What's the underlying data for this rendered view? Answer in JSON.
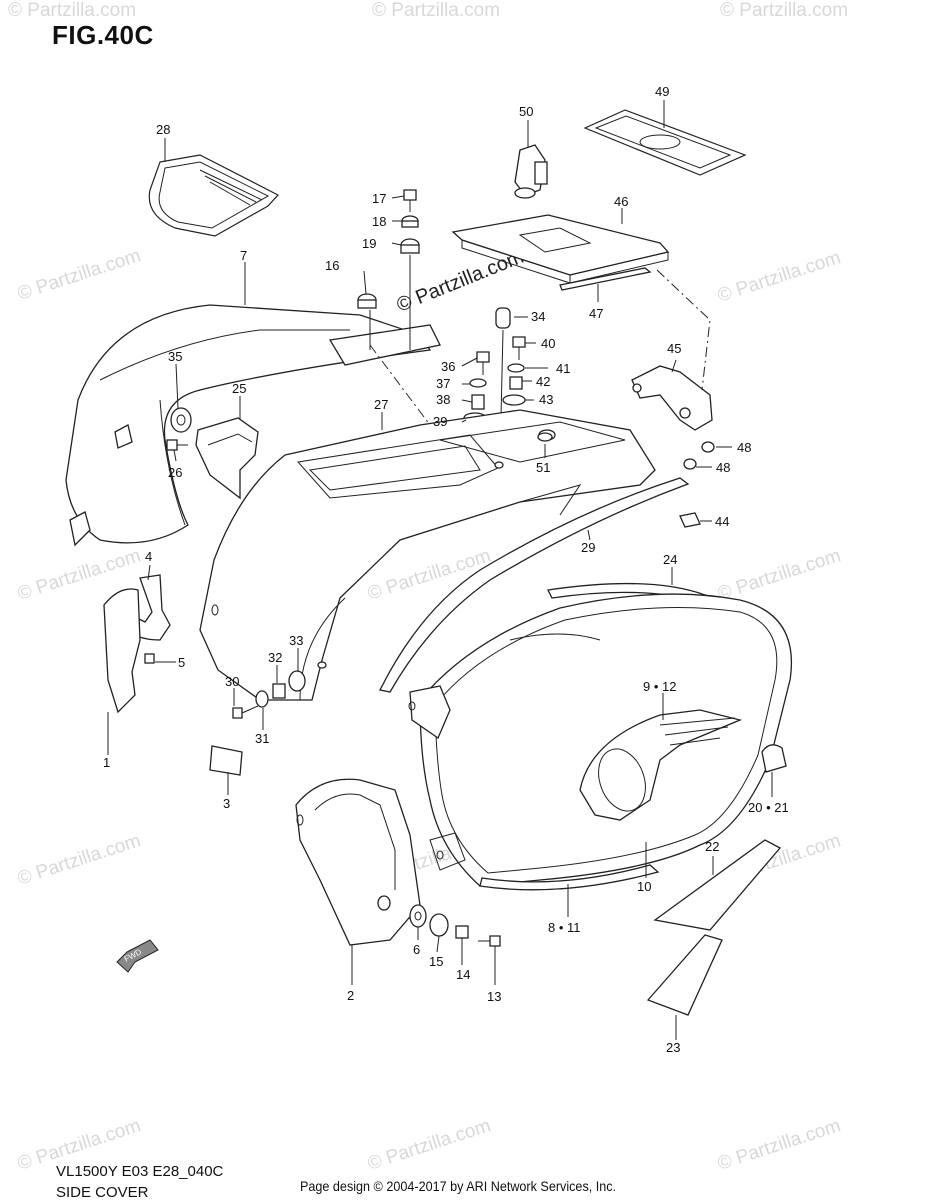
{
  "figure": {
    "title": "FIG.40C",
    "model_code": "VL1500Y E03 E28_040C",
    "section_name": "SIDE COVER",
    "footer": "Page design © 2004-2017 by ARI Network Services, Inc."
  },
  "watermark": {
    "text": "© Partzilla.com",
    "center_text": "© Partzilla.com"
  },
  "badge": {
    "fwd_label": "FWD"
  },
  "callouts": [
    {
      "id": "c1",
      "label": "1"
    },
    {
      "id": "c2",
      "label": "2"
    },
    {
      "id": "c3",
      "label": "3"
    },
    {
      "id": "c4",
      "label": "4"
    },
    {
      "id": "c5",
      "label": "5"
    },
    {
      "id": "c6",
      "label": "6"
    },
    {
      "id": "c7",
      "label": "7"
    },
    {
      "id": "c8",
      "label": "8 • 11"
    },
    {
      "id": "c9",
      "label": "9 • 12"
    },
    {
      "id": "c10",
      "label": "10"
    },
    {
      "id": "c13",
      "label": "13"
    },
    {
      "id": "c14",
      "label": "14"
    },
    {
      "id": "c15",
      "label": "15"
    },
    {
      "id": "c16",
      "label": "16"
    },
    {
      "id": "c17",
      "label": "17"
    },
    {
      "id": "c18",
      "label": "18"
    },
    {
      "id": "c19",
      "label": "19"
    },
    {
      "id": "c20",
      "label": "20 • 21"
    },
    {
      "id": "c22",
      "label": "22"
    },
    {
      "id": "c23",
      "label": "23"
    },
    {
      "id": "c24",
      "label": "24"
    },
    {
      "id": "c25",
      "label": "25"
    },
    {
      "id": "c26",
      "label": "26"
    },
    {
      "id": "c27",
      "label": "27"
    },
    {
      "id": "c28",
      "label": "28"
    },
    {
      "id": "c29",
      "label": "29"
    },
    {
      "id": "c30",
      "label": "30"
    },
    {
      "id": "c31",
      "label": "31"
    },
    {
      "id": "c32",
      "label": "32"
    },
    {
      "id": "c33",
      "label": "33"
    },
    {
      "id": "c34",
      "label": "34"
    },
    {
      "id": "c35",
      "label": "35"
    },
    {
      "id": "c36",
      "label": "36"
    },
    {
      "id": "c37",
      "label": "37"
    },
    {
      "id": "c38",
      "label": "38"
    },
    {
      "id": "c39",
      "label": "39"
    },
    {
      "id": "c40",
      "label": "40"
    },
    {
      "id": "c41",
      "label": "41"
    },
    {
      "id": "c42",
      "label": "42"
    },
    {
      "id": "c43",
      "label": "43"
    },
    {
      "id": "c44",
      "label": "44"
    },
    {
      "id": "c45",
      "label": "45"
    },
    {
      "id": "c46",
      "label": "46"
    },
    {
      "id": "c47",
      "label": "47"
    },
    {
      "id": "c48a",
      "label": "48"
    },
    {
      "id": "c48b",
      "label": "48"
    },
    {
      "id": "c49",
      "label": "49"
    },
    {
      "id": "c50",
      "label": "50"
    },
    {
      "id": "c51",
      "label": "51"
    }
  ]
}
